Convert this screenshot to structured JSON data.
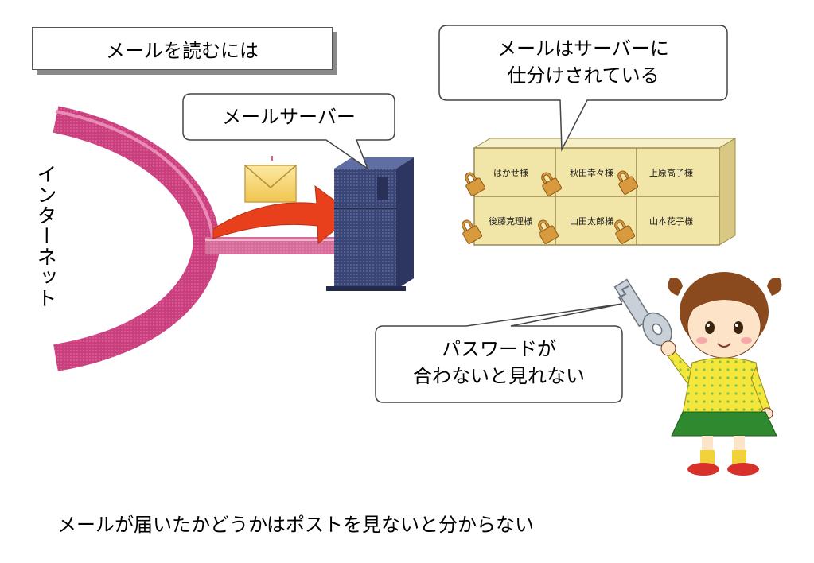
{
  "title": "メールを読むには",
  "callouts": {
    "mail_server": "メールサーバー",
    "sorted_line1": "メールはサーバーに",
    "sorted_line2": "仕分けされている",
    "password_line1": "パスワードが",
    "password_line2": "合わないと見れない"
  },
  "internet_label": "インターネット",
  "mailboxes": [
    "はかせ様",
    "秋田幸々様",
    "上原高子様",
    "後藤克理様",
    "山田太郎様",
    "山本花子様"
  ],
  "caption": "メールが届いたかどうかはポストを見ないと分からない",
  "colors": {
    "pipe": "#cc3f7e",
    "arrow": "#e8401c",
    "server": "#3a4677",
    "cabinet": "#f1e5a8",
    "envelope": "#f5d772",
    "dress": "#f4e63a",
    "skirt": "#2f8a2f"
  }
}
